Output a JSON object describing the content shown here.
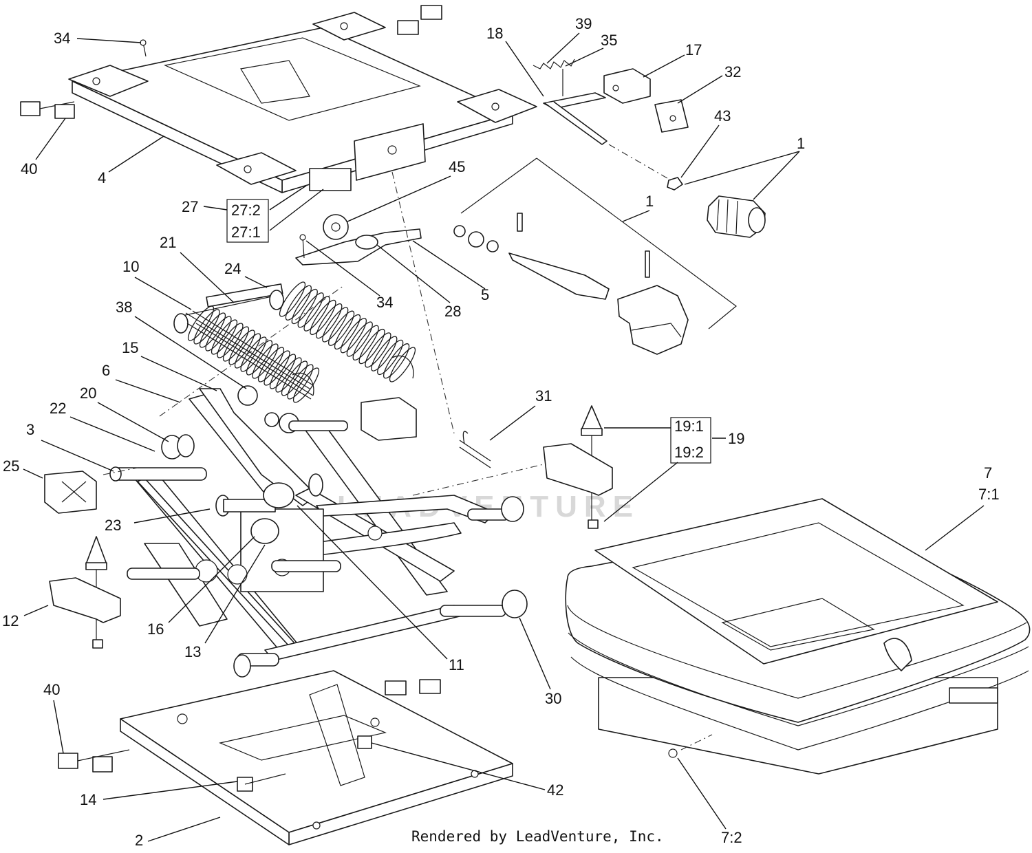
{
  "footer": {
    "credit": "Rendered by LeadVenture, Inc."
  },
  "watermark": {
    "text": "LEADVENTURE"
  },
  "callouts": [
    {
      "id": "34a",
      "text": "34"
    },
    {
      "id": "40a",
      "text": "40"
    },
    {
      "id": "4",
      "text": "4"
    },
    {
      "id": "18",
      "text": "18"
    },
    {
      "id": "39",
      "text": "39"
    },
    {
      "id": "35",
      "text": "35"
    },
    {
      "id": "17",
      "text": "17"
    },
    {
      "id": "32",
      "text": "32"
    },
    {
      "id": "43",
      "text": "43"
    },
    {
      "id": "1a",
      "text": "1"
    },
    {
      "id": "1b",
      "text": "1"
    },
    {
      "id": "45",
      "text": "45"
    },
    {
      "id": "27",
      "text": "27"
    },
    {
      "id": "27_2",
      "text": "27:2"
    },
    {
      "id": "27_1",
      "text": "27:1"
    },
    {
      "id": "21",
      "text": "21"
    },
    {
      "id": "10",
      "text": "10"
    },
    {
      "id": "24",
      "text": "24"
    },
    {
      "id": "34b",
      "text": "34"
    },
    {
      "id": "28",
      "text": "28"
    },
    {
      "id": "5",
      "text": "5"
    },
    {
      "id": "38",
      "text": "38"
    },
    {
      "id": "15",
      "text": "15"
    },
    {
      "id": "6",
      "text": "6"
    },
    {
      "id": "20",
      "text": "20"
    },
    {
      "id": "22",
      "text": "22"
    },
    {
      "id": "3",
      "text": "3"
    },
    {
      "id": "25",
      "text": "25"
    },
    {
      "id": "31",
      "text": "31"
    },
    {
      "id": "19_1",
      "text": "19:1"
    },
    {
      "id": "19",
      "text": "19"
    },
    {
      "id": "19_2",
      "text": "19:2"
    },
    {
      "id": "7",
      "text": "7"
    },
    {
      "id": "7_1",
      "text": "7:1"
    },
    {
      "id": "23",
      "text": "23"
    },
    {
      "id": "12",
      "text": "12"
    },
    {
      "id": "16",
      "text": "16"
    },
    {
      "id": "13",
      "text": "13"
    },
    {
      "id": "11",
      "text": "11"
    },
    {
      "id": "30",
      "text": "30"
    },
    {
      "id": "40b",
      "text": "40"
    },
    {
      "id": "42",
      "text": "42"
    },
    {
      "id": "14",
      "text": "14"
    },
    {
      "id": "2",
      "text": "2"
    },
    {
      "id": "7_2",
      "text": "7:2"
    }
  ]
}
